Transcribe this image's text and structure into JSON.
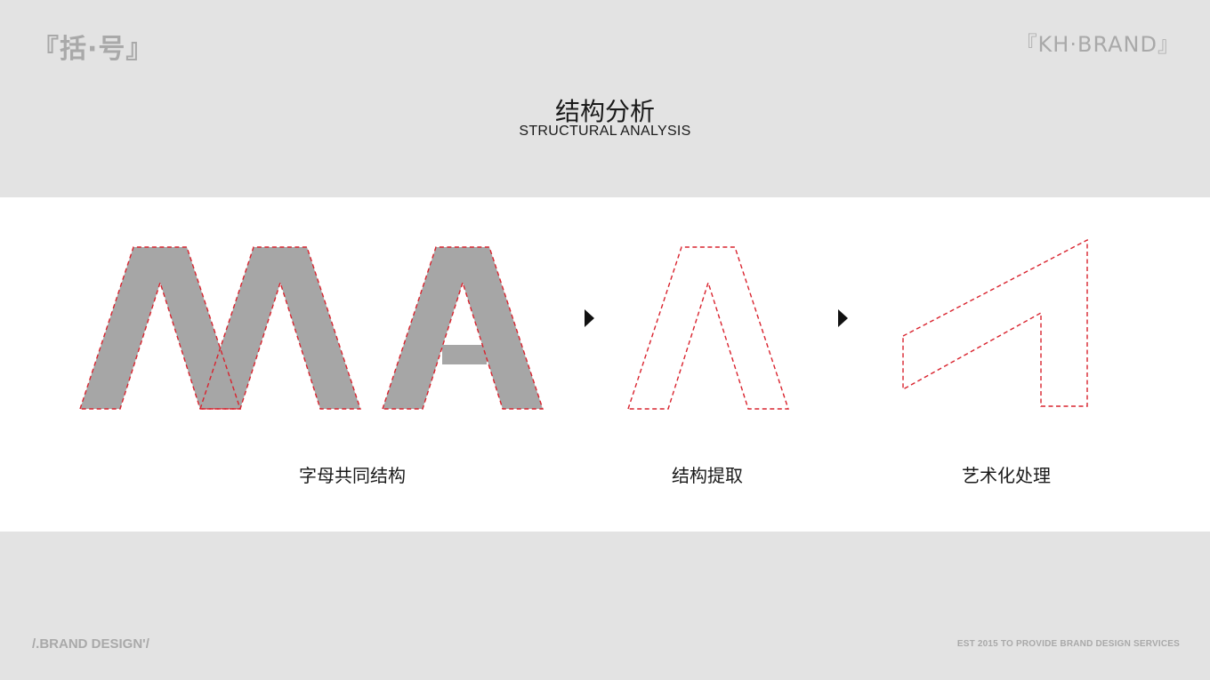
{
  "brand": {
    "logo_left": "『括·号』",
    "logo_right": "『KH·BRAND』"
  },
  "header": {
    "title_cn": "结构分析",
    "title_en": "STRUCTURAL ANALYSIS"
  },
  "steps": [
    {
      "label": "字母共同结构",
      "letters": "MA"
    },
    {
      "label": "结构提取"
    },
    {
      "label": "艺术化处理"
    }
  ],
  "footer": {
    "left": "/.BRAND DESIGN'/",
    "right": "EST 2015 TO PROVIDE BRAND DESIGN SERVICES"
  },
  "colors": {
    "band_gray": "#e3e3e3",
    "content_bg": "#ffffff",
    "letter_fill": "#a6a6a6",
    "outline_red": "#d9232e",
    "text_dark": "#1a1a1a",
    "logo_gray": "#a9a9a9",
    "arrow_dark": "#111111"
  },
  "icons": [
    "arrow-right-icon",
    "arrow-right-icon"
  ]
}
